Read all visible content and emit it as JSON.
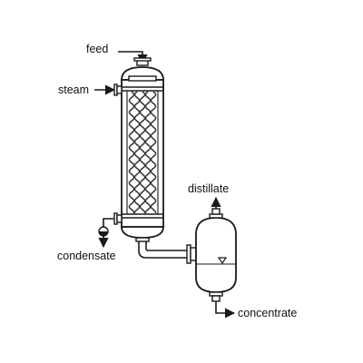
{
  "labels": {
    "feed": "feed",
    "steam": "steam",
    "condensate": "condensate",
    "distillate": "distillate",
    "concentrate": "concentrate"
  },
  "colors": {
    "line": "#1a1a1a",
    "background": "#ffffff"
  }
}
